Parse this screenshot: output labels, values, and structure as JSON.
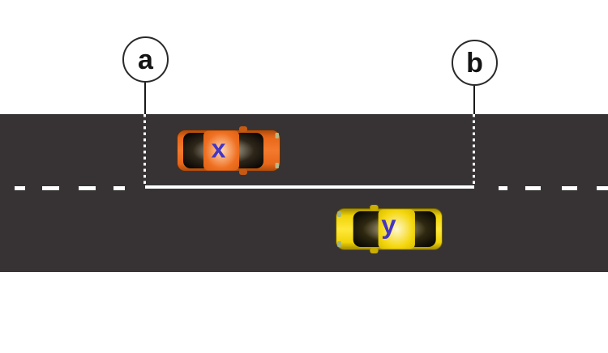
{
  "scene": {
    "background_color": "#ffffff",
    "road_color": "#373334",
    "lane_marking_color": "#ffffff",
    "marking_pattern": "dashed-solid-dashed"
  },
  "markers": [
    {
      "label": "a"
    },
    {
      "label": "b"
    }
  ],
  "cars": [
    {
      "label": "x",
      "body_color": "#e8671a",
      "lane": "top",
      "facing": "right"
    },
    {
      "label": "y",
      "body_color": "#f2d50e",
      "lane": "bottom",
      "facing": "left"
    }
  ],
  "car_label_color": "#4435c4"
}
